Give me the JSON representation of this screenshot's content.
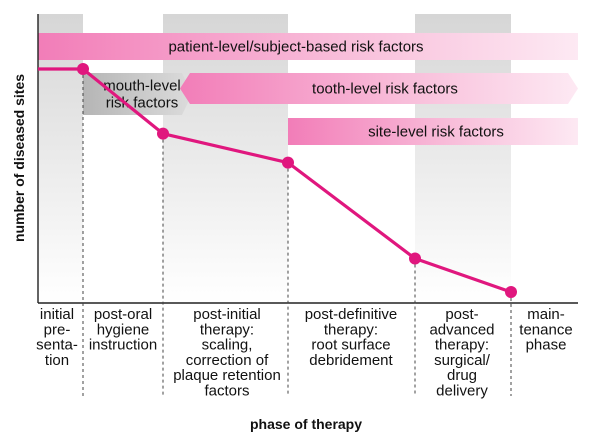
{
  "chart_data": {
    "type": "line",
    "title": "",
    "xlabel": "phase of therapy",
    "ylabel": "number of diseased sites",
    "phases": [
      [
        "initial",
        "pre-",
        "senta-",
        "tion"
      ],
      [
        "post-oral",
        "hygiene",
        "instruction"
      ],
      [
        "post-initial",
        "therapy:",
        "scaling,",
        "correction of",
        "plaque retention",
        "factors"
      ],
      [
        "post-definitive",
        "therapy:",
        "root surface",
        "debridement"
      ],
      [
        "post-",
        "advanced",
        "therapy:",
        "surgical/",
        "drug",
        "delivery"
      ],
      [
        "main-",
        "tenance",
        "phase"
      ]
    ],
    "series": [
      {
        "values": [
          1.0,
          0.71,
          0.58,
          0.15,
          0.0
        ]
      }
    ],
    "risk_factor_bands": [
      {
        "label_lines": [
          "patient-level/subject-based risk factors"
        ],
        "start_phase": 0,
        "end_phase": 5
      },
      {
        "label_lines": [
          "mouth-level",
          "risk factors"
        ],
        "start_phase": 0,
        "end_phase": 1
      },
      {
        "label_lines": [
          "tooth-level risk factors"
        ],
        "start_phase": 1,
        "end_phase": 5
      },
      {
        "label_lines": [
          "site-level risk factors"
        ],
        "start_phase": 3,
        "end_phase": 5
      }
    ],
    "colors": {
      "line": "#e0177e",
      "band_pink": "#f49cc8",
      "band_pink_light": "#fbe3ef",
      "band_grey": "#c9c9c9",
      "column_grey": "#e2e2e2"
    },
    "grid": false
  }
}
